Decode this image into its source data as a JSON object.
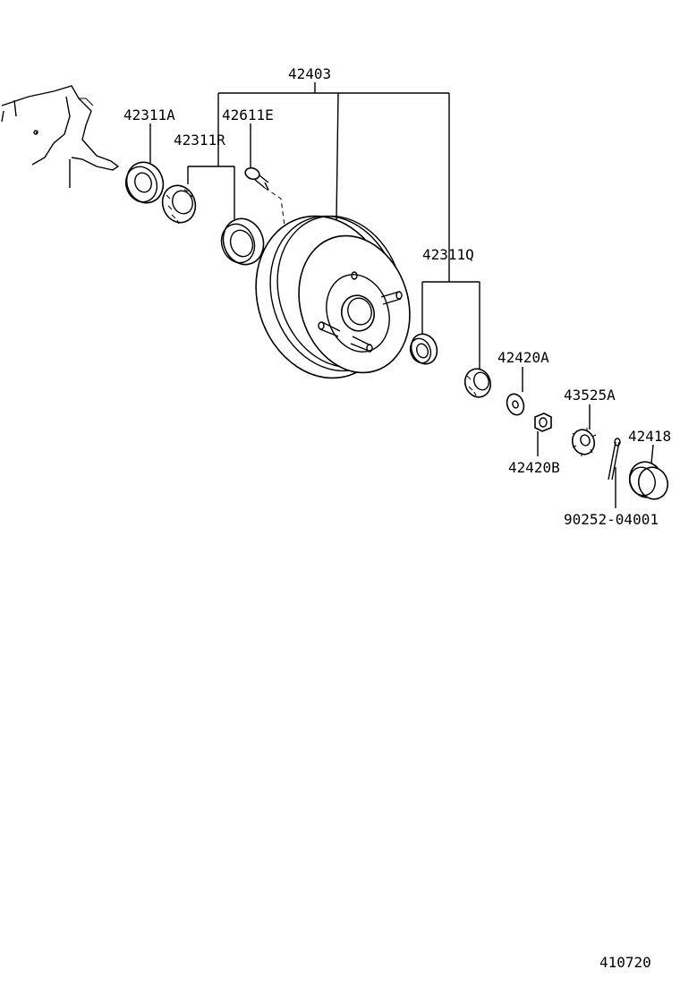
{
  "diagram": {
    "figure_number": "410720",
    "part_labels": {
      "drum_assembly": "42403",
      "inner_bearing_set": "42311A",
      "oil_seal_bolt": "42611E",
      "inner_bearing_cup_set": "42311R",
      "outer_bearing_set": "42311Q",
      "thrust_washer": "42420A",
      "hub_nut": "42420B",
      "nut_lock_cap": "43525A",
      "grease_cap": "42418",
      "cotter_pin": "90252-04001"
    }
  }
}
